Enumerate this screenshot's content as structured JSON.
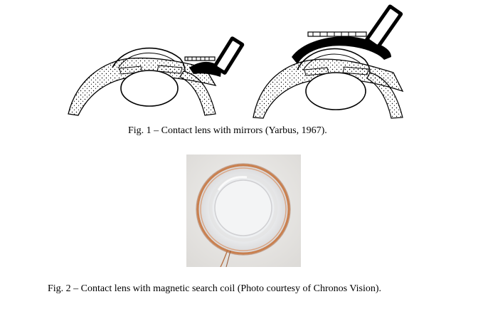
{
  "figures": [
    {
      "caption": "Fig. 1 – Contact lens with mirrors (Yarbus, 1967).",
      "image": "eye-cross-section-with-mirror-contact-lens-illustration"
    },
    {
      "caption": "Fig. 2 – Contact lens with magnetic search coil (Photo courtesy of Chronos Vision).",
      "image": "contact-lens-with-copper-coil-photo"
    }
  ],
  "colors": {
    "ink": "#000000",
    "photo_background": "#e9e8e6",
    "coil": "#c9804f"
  }
}
